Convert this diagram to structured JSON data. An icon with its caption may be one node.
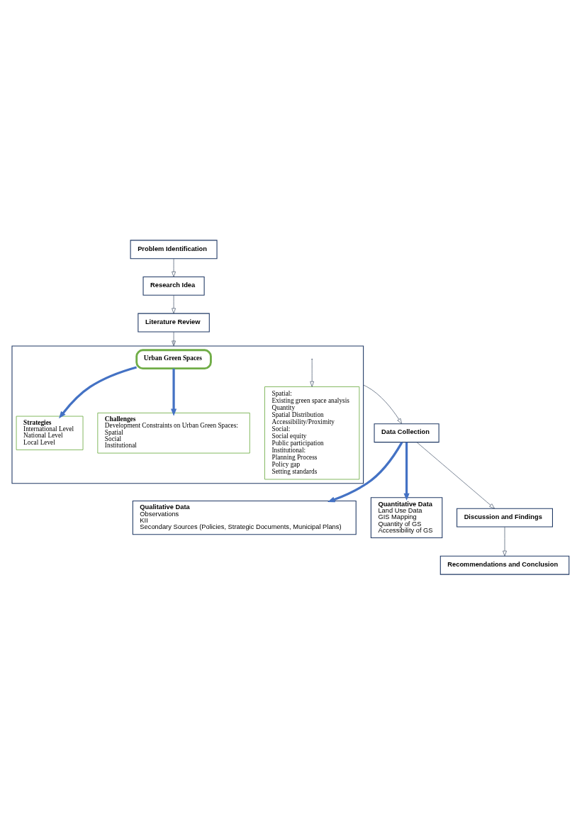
{
  "diagram": {
    "nodes": [
      {
        "text": [
          "Problem Identification"
        ]
      },
      {
        "text": [
          "Research Idea"
        ]
      },
      {
        "text": [
          "Literature Review"
        ]
      },
      {
        "text": [],
        "shape": "box"
      },
      {
        "text": [
          "Urban Green Spaces"
        ],
        "in": 3
      },
      {
        "text": [
          "Strategies",
          "International Level",
          "National Level",
          "Local Level"
        ],
        "in": 3
      },
      {
        "text": [
          "Challenges",
          "Development Constraints on Urban Green Spaces:",
          "Spatial",
          "Social",
          "Institutional"
        ],
        "in": 3
      },
      {
        "text": [
          "Spatial:",
          "Existing green space analysis",
          "Quantity",
          "Spatial Distribution",
          "Accessibility/Proximity",
          "Social:",
          "Social equity",
          "Public participation",
          "Institutional:",
          "Planning Process",
          "Policy gap",
          "Setting standards"
        ],
        "in": 3
      },
      {
        "text": [
          "Data Collection"
        ]
      },
      {
        "text": [
          "Qualitative Data",
          "Observations",
          "KII",
          "Secondary Sources (Policies, Strategic Documents, Municipal Plans)"
        ]
      },
      {
        "text": [
          "Quantitative Data",
          "Land Use Data",
          "GIS Mapping",
          "Quantity of GS",
          "Accessibility of GS"
        ]
      },
      {
        "text": [
          "Discussion and Findings"
        ]
      },
      {
        "text": [
          "Recommendations and Conclusion"
        ]
      }
    ],
    "edges": [
      {
        "from": 0,
        "to": 1,
        "arrow": "to"
      },
      {
        "from": 1,
        "to": 2,
        "arrow": "to"
      },
      {
        "from": 2,
        "to": 3,
        "arrow": "to"
      },
      {
        "from": 4,
        "to": 5,
        "arrow": "to",
        "color": "#4472c4",
        "style": "thick"
      },
      {
        "from": 4,
        "to": 6,
        "arrow": "to",
        "color": "#4472c4",
        "style": "thick"
      },
      {
        "from": null,
        "to": 7,
        "arrow": "to"
      },
      {
        "from": 3,
        "to": 8,
        "arrow": "to"
      },
      {
        "from": 8,
        "to": 9,
        "arrow": "to",
        "color": "#4472c4",
        "style": "thick"
      },
      {
        "from": 8,
        "to": 10,
        "arrow": "to",
        "color": "#4472c4",
        "style": "thick"
      },
      {
        "from": 8,
        "to": 11,
        "arrow": "to"
      },
      {
        "from": 11,
        "to": 12,
        "arrow": "to"
      }
    ]
  }
}
